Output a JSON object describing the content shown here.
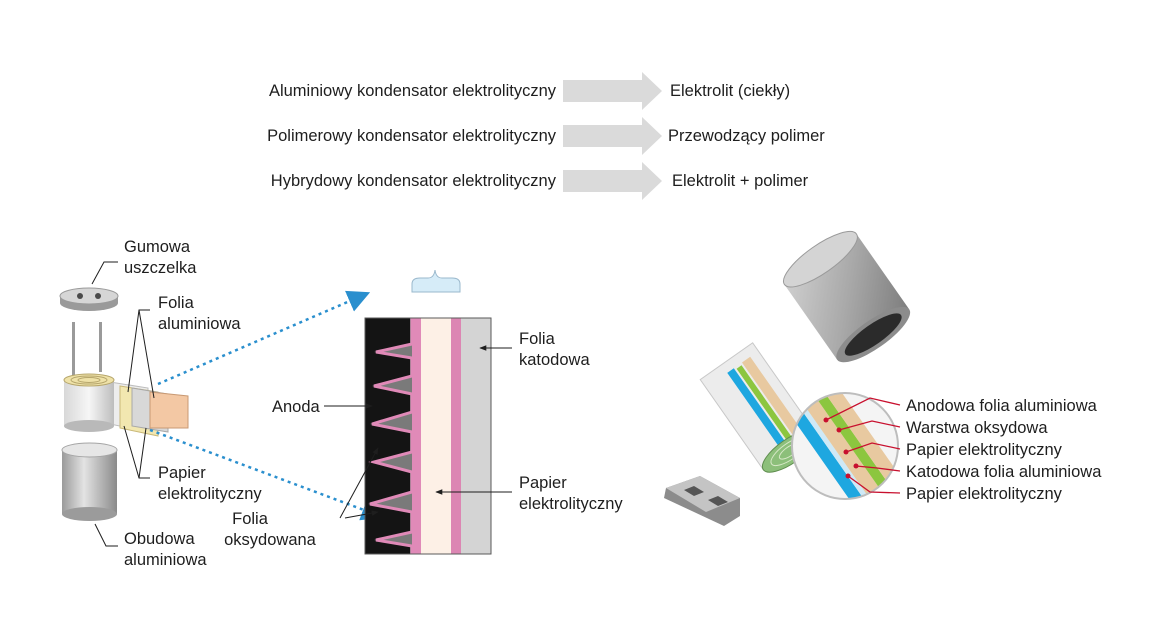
{
  "types": {
    "rows": [
      {
        "name": "Aluminiowy kondensator elektrolityczny",
        "electrolyte": "Elektrolit (ciekły)"
      },
      {
        "name": "Polimerowy kondensator elektrolityczny",
        "electrolyte": "Przewodzący polimer"
      },
      {
        "name": "Hybrydowy kondensator elektrolityczny",
        "electrolyte": "Elektrolit + polimer"
      }
    ]
  },
  "exploded": {
    "rubber_seal": [
      "Gumowa",
      "uszczelka"
    ],
    "aluminum_foil": [
      "Folia",
      "aluminiowa"
    ],
    "paper": [
      "Papier",
      "elektrolityczny"
    ],
    "case": [
      "Obudowa",
      "aluminiowa"
    ]
  },
  "cross_section": {
    "anode": "Anoda",
    "oxidized_foil": [
      "Folia",
      "oksydowana"
    ],
    "cathode_foil": [
      "Folia",
      "katodowa"
    ],
    "paper": [
      "Papier",
      "elektrolityczny"
    ]
  },
  "cutaway": {
    "labels": [
      "Anodowa folia aluminiowa",
      "Warstwa oksydowa",
      "Papier elektrolityczny",
      "Katodowa folia aluminiowa",
      "Papier elektrolityczny"
    ]
  },
  "colors": {
    "arrow": "#dadada",
    "dotted_arrow": "#2a8fce",
    "leader": "#c8102e",
    "anode": "#111111",
    "oxide": "#e08ab8",
    "paper": "#fdf0e6",
    "cathode": "#d4d4d4",
    "blue_layer": "#1ea7e0",
    "green_layer": "#8cc63f",
    "paper_layer": "#e8c9a0"
  }
}
